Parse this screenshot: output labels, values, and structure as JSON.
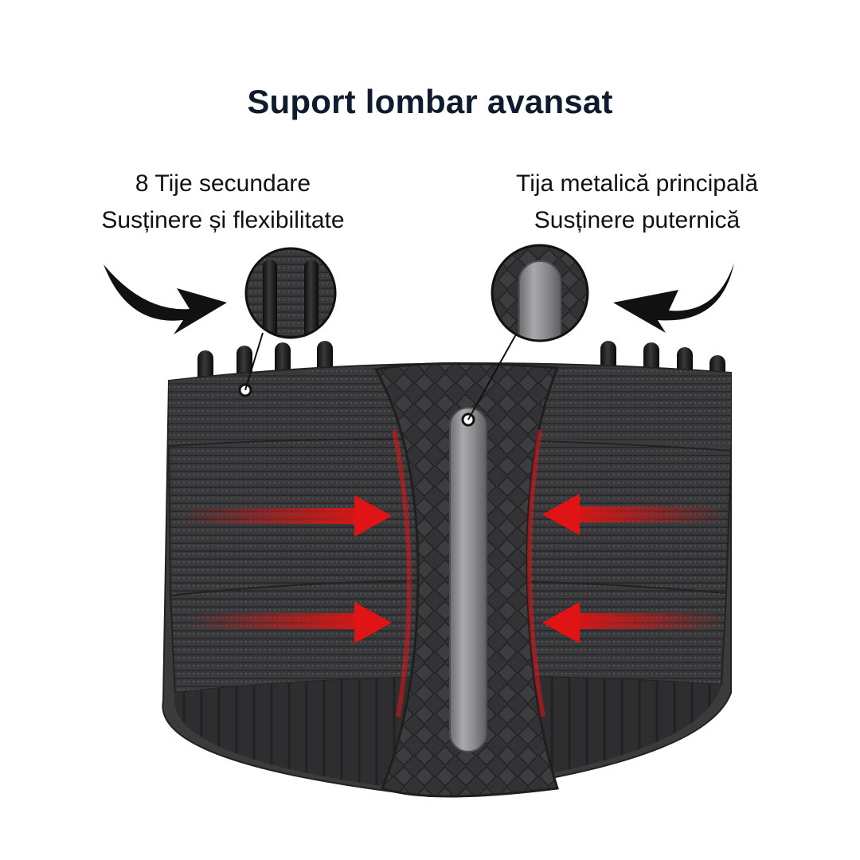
{
  "title": "Suport lombar avansat",
  "callouts": {
    "left": {
      "line1": "8 Tije secundare",
      "line2": "Susținere și flexibilitate"
    },
    "right": {
      "line1": "Tija metalică principală",
      "line2": "Susținere puternică"
    }
  },
  "colors": {
    "title": "#0f1c2e",
    "belt": "#3b3b3d",
    "pressure_arrows": "#e01414",
    "metal_stay": "#8e8e90"
  },
  "icons": [
    "curved-arrow-icon",
    "zoom-circle-icon",
    "pressure-arrow-icon"
  ]
}
